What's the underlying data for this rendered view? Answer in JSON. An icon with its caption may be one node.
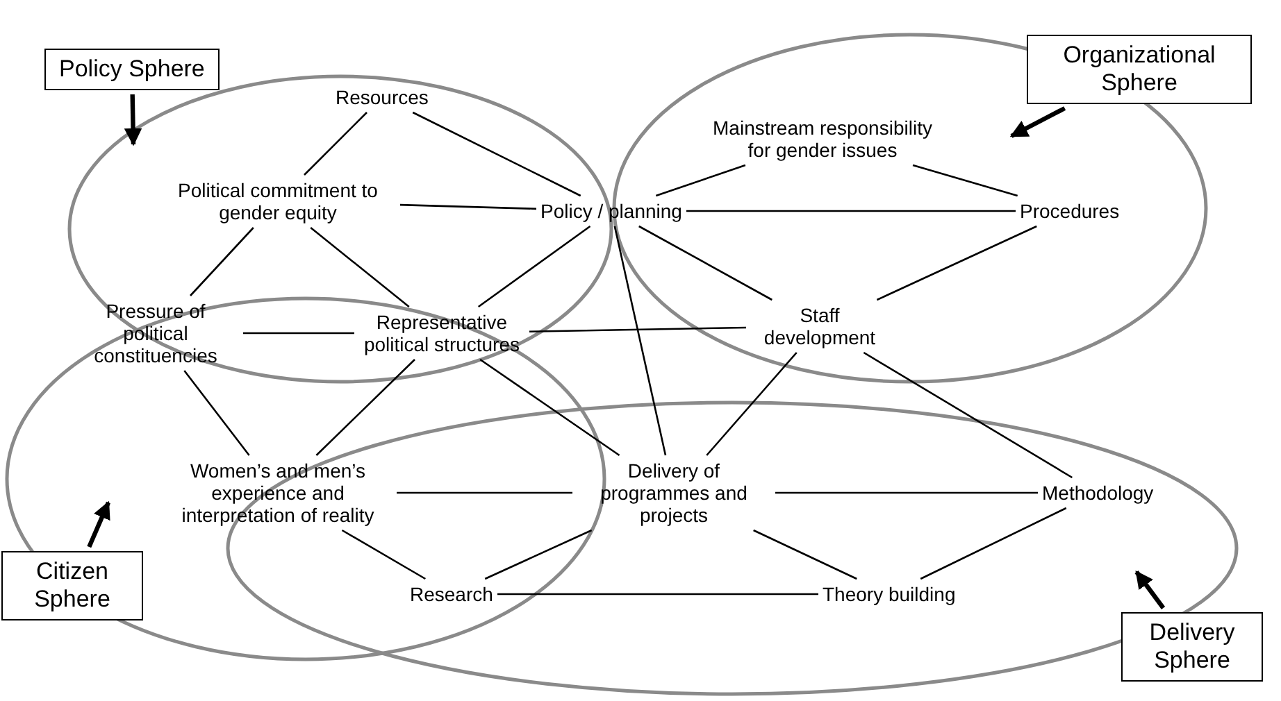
{
  "diagram": {
    "nodes": [
      {
        "text": [
          "Policy Sphere"
        ]
      },
      {
        "text": [
          "Organizational Sphere"
        ]
      },
      {
        "text": [
          "Citizen Sphere"
        ]
      },
      {
        "text": [
          "Delivery Sphere"
        ]
      },
      {
        "text": [
          "Resources"
        ]
      },
      {
        "text": [
          "Mainstream responsibility for gender issues"
        ]
      },
      {
        "text": [
          "Political commitment to gender equity"
        ]
      },
      {
        "text": [
          "Policy / planning"
        ]
      },
      {
        "text": [
          "Procedures"
        ]
      },
      {
        "text": [
          "Pressure of political constituencies"
        ]
      },
      {
        "text": [
          "Representative political structures"
        ]
      },
      {
        "text": [
          "Staff development"
        ]
      },
      {
        "text": [
          "Women’s and men’s experience and interpretation of reality"
        ]
      },
      {
        "text": [
          "Delivery of programmes and projects"
        ]
      },
      {
        "text": [
          "Methodology"
        ]
      },
      {
        "text": [
          "Research"
        ]
      },
      {
        "text": [
          "Theory building"
        ]
      }
    ],
    "edges": [
      {
        "from": 0,
        "to": null,
        "arrow": "to",
        "style": "thick"
      },
      {
        "from": 1,
        "to": null,
        "arrow": "to",
        "style": "thick"
      },
      {
        "from": 2,
        "to": null,
        "arrow": "to",
        "style": "thick"
      },
      {
        "from": 3,
        "to": null,
        "arrow": "to",
        "style": "thick"
      },
      {
        "from": 4,
        "to": 6,
        "arrow": "none"
      },
      {
        "from": 4,
        "to": 7,
        "arrow": "none"
      },
      {
        "from": 6,
        "to": 7,
        "arrow": "none"
      },
      {
        "from": 6,
        "to": 9,
        "arrow": "none"
      },
      {
        "from": 6,
        "to": 10,
        "arrow": "none"
      },
      {
        "from": 5,
        "to": 7,
        "arrow": "none"
      },
      {
        "from": 5,
        "to": 8,
        "arrow": "none"
      },
      {
        "from": 7,
        "to": 8,
        "arrow": "none"
      },
      {
        "from": 7,
        "to": 10,
        "arrow": "none"
      },
      {
        "from": 7,
        "to": 11,
        "arrow": "none"
      },
      {
        "from": 7,
        "to": 13,
        "arrow": "none"
      },
      {
        "from": 8,
        "to": 11,
        "arrow": "none"
      },
      {
        "from": 9,
        "to": 10,
        "arrow": "none"
      },
      {
        "from": 9,
        "to": 12,
        "arrow": "none"
      },
      {
        "from": 10,
        "to": 12,
        "arrow": "none"
      },
      {
        "from": 10,
        "to": 11,
        "arrow": "none"
      },
      {
        "from": 10,
        "to": 13,
        "arrow": "none"
      },
      {
        "from": 11,
        "to": 13,
        "arrow": "none"
      },
      {
        "from": 11,
        "to": 14,
        "arrow": "none"
      },
      {
        "from": 12,
        "to": 13,
        "arrow": "none"
      },
      {
        "from": 13,
        "to": 14,
        "arrow": "none"
      },
      {
        "from": 13,
        "to": 15,
        "arrow": "none"
      },
      {
        "from": 13,
        "to": 16,
        "arrow": "none"
      },
      {
        "from": 12,
        "to": 15,
        "arrow": "none"
      },
      {
        "from": 15,
        "to": 16,
        "arrow": "none"
      },
      {
        "from": 14,
        "to": 16,
        "arrow": "none"
      }
    ]
  }
}
